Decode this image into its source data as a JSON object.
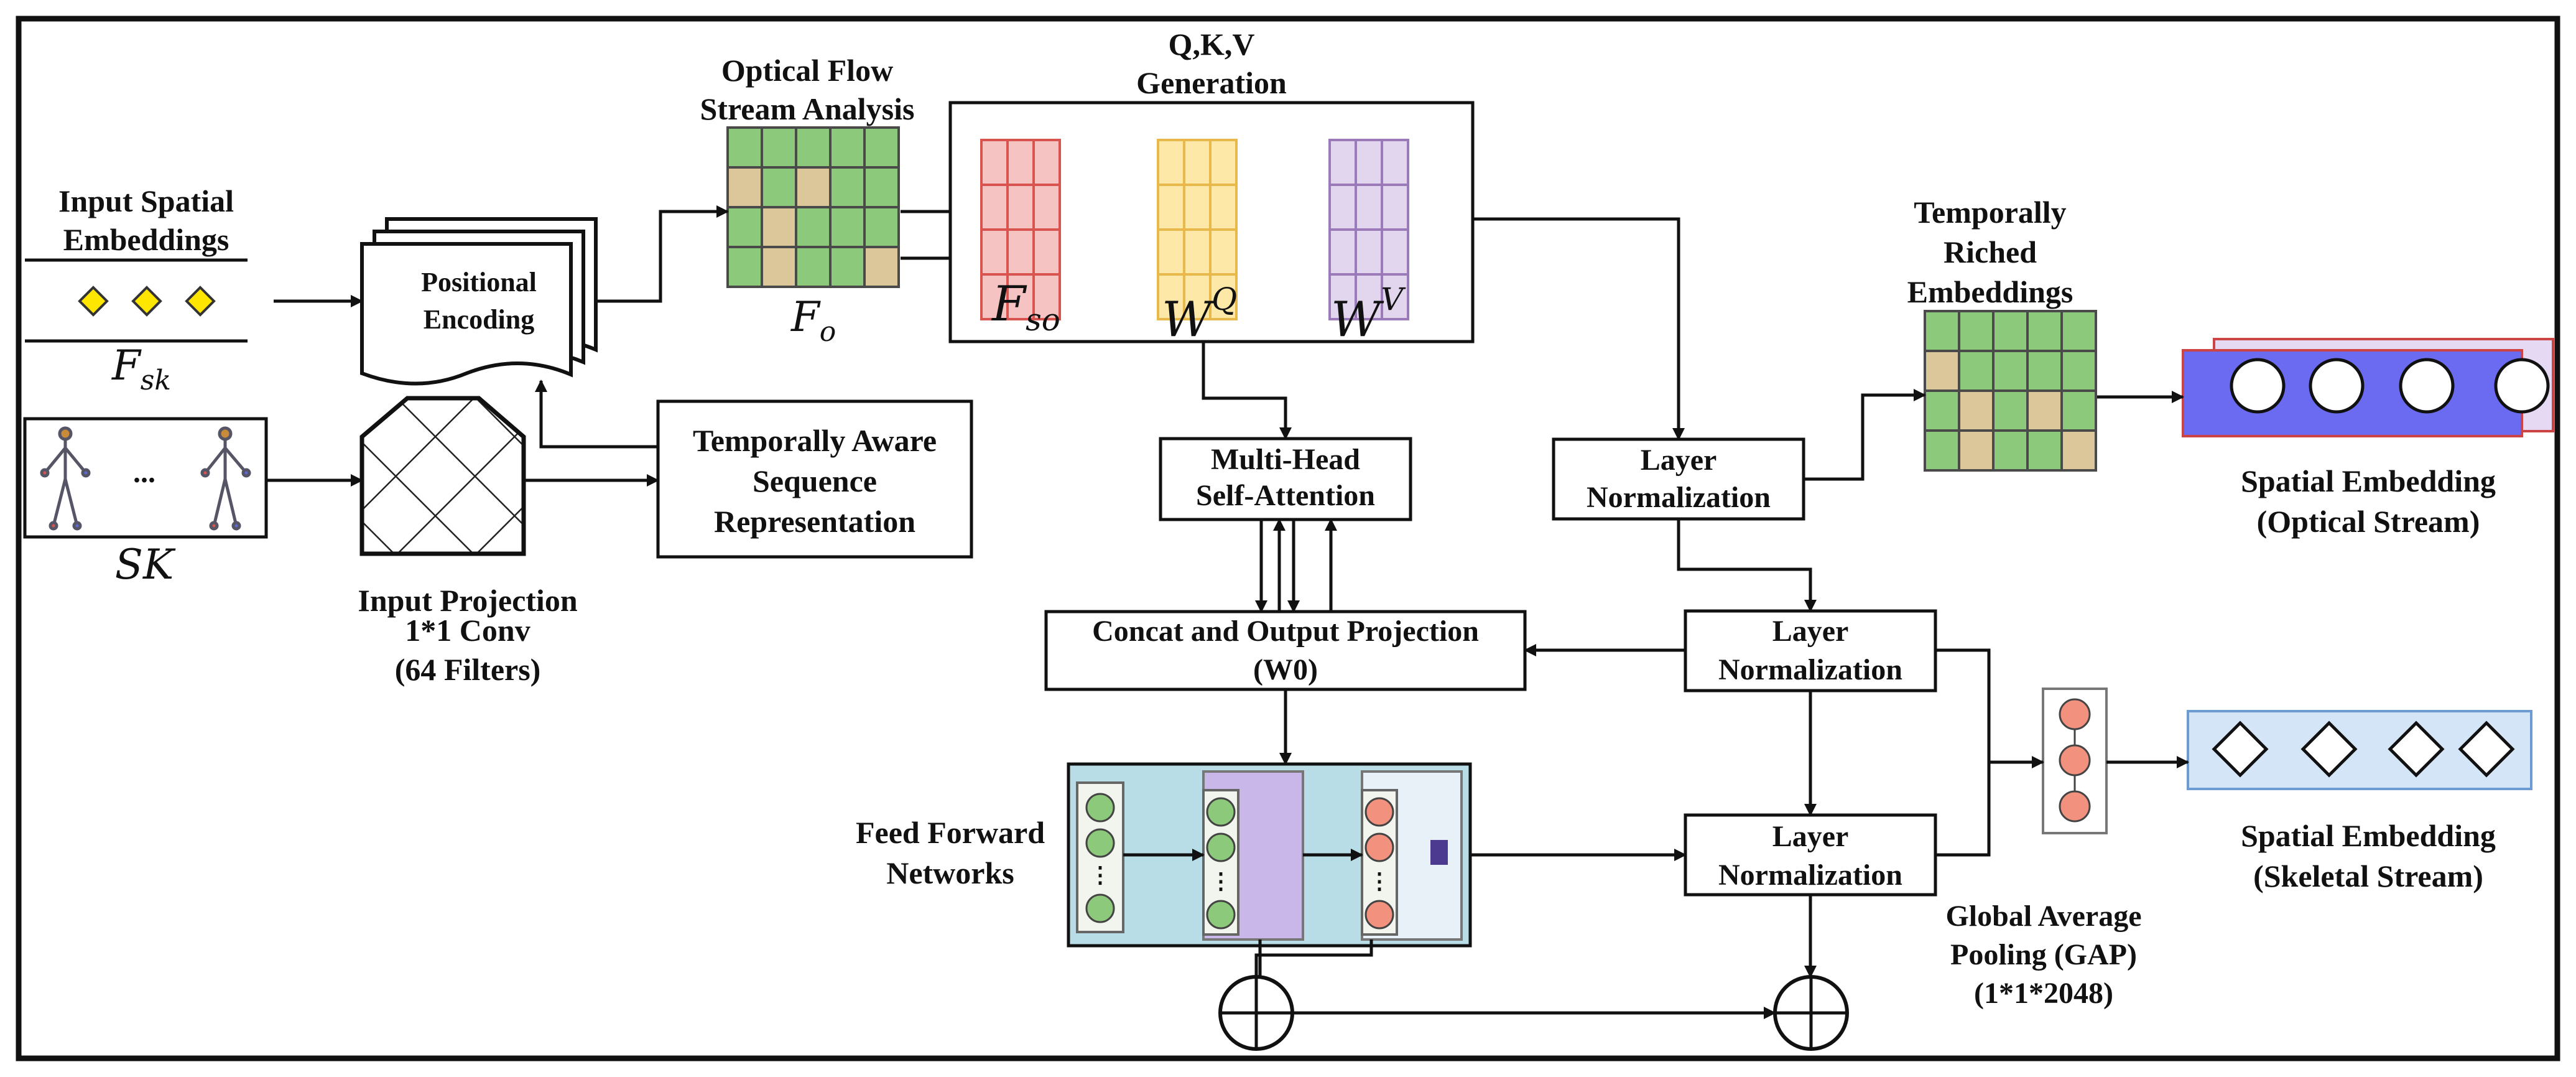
{
  "title": "Input Spatial Embeddings",
  "labels": {
    "input_spatial": [
      "Input Spatial",
      "Embeddings"
    ],
    "positional_encoding": [
      "Positional",
      "Encoding"
    ],
    "optical_flow": [
      "Optical Flow",
      "Stream Analysis"
    ],
    "qkv": [
      "Q,K,V",
      "Generation"
    ],
    "temporally_riched": [
      "Temporally",
      "Riched",
      "Embeddings"
    ],
    "temporally_aware": [
      "Temporally Aware",
      "Sequence",
      "Representation"
    ],
    "input_projection": [
      "Input Projection",
      "1*1 Conv",
      "(64 Filters)"
    ],
    "mhsa": [
      "Multi-Head",
      "Self-Attention"
    ],
    "concat": [
      "Concat and Output Projection",
      "(W0)"
    ],
    "layer_norm": [
      "Layer",
      "Normalization"
    ],
    "feed_forward": [
      "Feed Forward",
      "Networks"
    ],
    "gap": [
      "Global Average",
      "Pooling (GAP)",
      "(1*1*2048)"
    ],
    "spatial_optical": [
      "Spatial Embedding",
      "(Optical Stream)"
    ],
    "spatial_skeletal": [
      "Spatial Embedding",
      "(Skeletal Stream)"
    ],
    "ellipsis": "..."
  },
  "math": {
    "fsk": "F",
    "fsk_sub": "sk",
    "sk": "SK",
    "fo": "F",
    "fo_sub": "o",
    "fso": "F",
    "fso_sub": "so",
    "wq": "W",
    "wq_sup": "Q",
    "wv": "W",
    "wv_sup": "V"
  },
  "colors": {
    "grid_green": "#8cc97a",
    "grid_tan": "#dcc79a",
    "fso_red": "#f6c3c3",
    "fso_stroke": "#d9534f",
    "wq_yellow": "#fde8a8",
    "wq_stroke": "#e8b84a",
    "wv_purple": "#e2d6ee",
    "wv_stroke": "#9a7ab8",
    "optical_blue": "#6b6bf2",
    "optical_stroke": "#cc4444",
    "skeletal_bg": "#d4e5f7",
    "skeletal_stroke": "#6b9bd1",
    "ffn_bg": "#b9dde6",
    "diamond_yellow": "#ffe600"
  }
}
